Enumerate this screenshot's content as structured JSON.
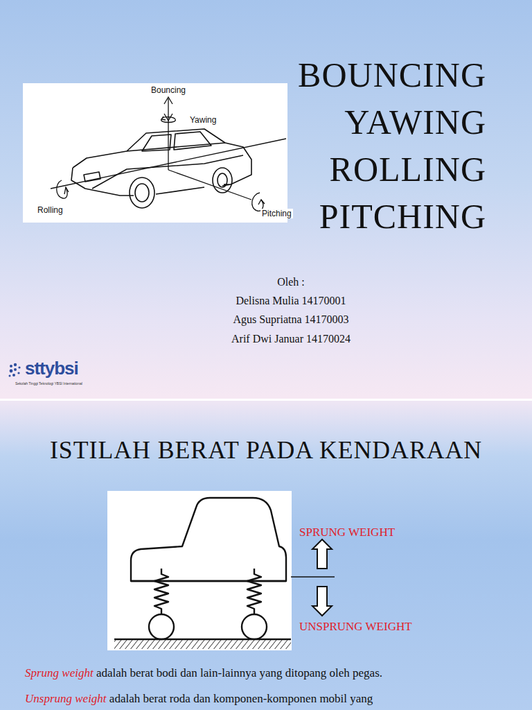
{
  "diagram": {
    "title": "BOUNCING YAWING ROLLING PITCHING",
    "labels": [
      "Bouncing",
      "Yawing",
      "Rolling",
      "Pitching",
      "Oleh :",
      "Delisna Mulia 14170001",
      "Agus Supriatna 14170003",
      "Arif Dwi Januar 14170024",
      "sttybsi",
      "Sekolah Tinggi Teknologi YBSI International",
      "ISTILAH BERAT PADA KENDARAAN",
      "SPRUNG WEIGHT",
      "UNSPRUNG WEIGHT",
      "Sprung weight",
      "adalah berat bodi dan lain-lainnya yang ditopang oleh pegas.",
      "Unsprung weight",
      "adalah berat roda dan komponen-komponen mobil yang"
    ]
  }
}
